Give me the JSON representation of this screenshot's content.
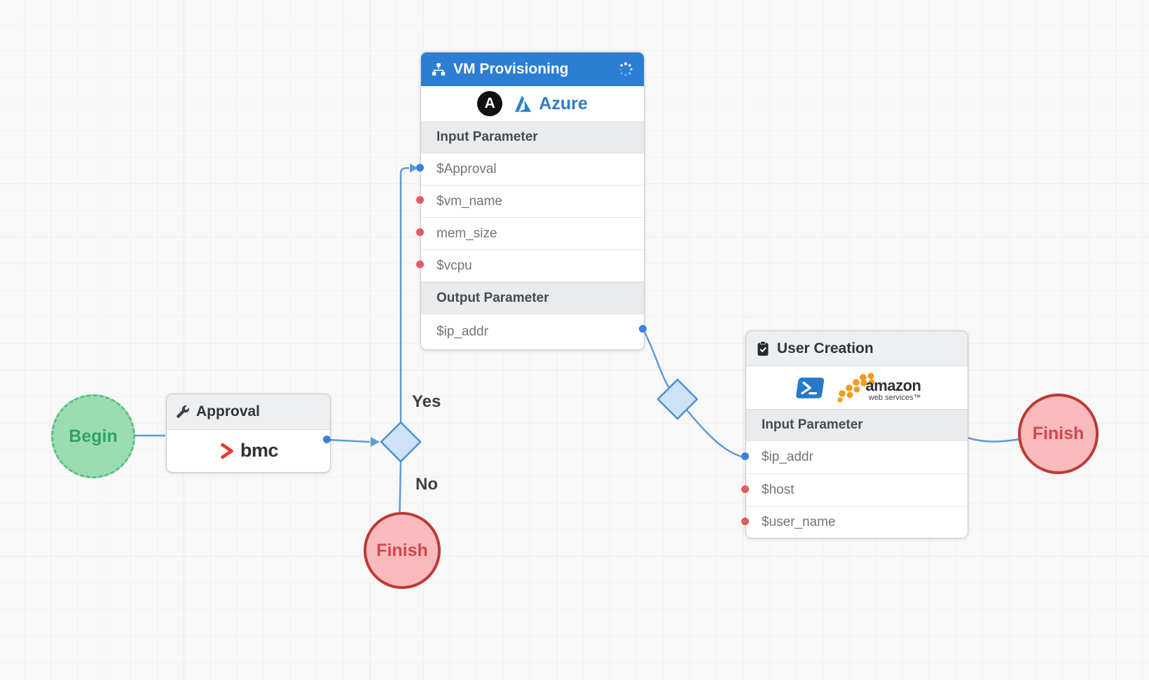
{
  "nodes": {
    "begin": {
      "label": "Begin"
    },
    "approval": {
      "title": "Approval",
      "vendor": "bmc"
    },
    "decision1": {
      "yes_label": "Yes",
      "no_label": "No"
    },
    "finish_bottom": {
      "label": "Finish"
    },
    "vm_provisioning": {
      "title": "VM Provisioning",
      "ansible_letter": "A",
      "azure_text": "Azure",
      "input_section": "Input Parameter",
      "output_section": "Output Parameter",
      "inputs": [
        {
          "name": "$Approval",
          "port": "blue-connected"
        },
        {
          "name": "$vm_name",
          "port": "red"
        },
        {
          "name": "mem_size",
          "port": "red"
        },
        {
          "name": "$vcpu",
          "port": "red"
        }
      ],
      "outputs": [
        {
          "name": "$ip_addr",
          "port": "blue-connected"
        }
      ]
    },
    "user_creation": {
      "title": "User Creation",
      "amazon_text": "amazon",
      "amazon_sub": "web services™",
      "input_section": "Input Parameter",
      "inputs": [
        {
          "name": "$ip_addr",
          "port": "blue-connected"
        },
        {
          "name": "$host",
          "port": "red"
        },
        {
          "name": "$user_name",
          "port": "red"
        }
      ]
    },
    "finish_right": {
      "label": "Finish"
    }
  },
  "colors": {
    "canvas_bg": "#f9f8f8",
    "grid_line": "#ecebeb",
    "connector_blue": "#5b9bd8",
    "diamond_fill": "#cde2f6",
    "diamond_stroke": "#4a8fd3",
    "port_blue": "#3b82d8",
    "port_red": "#e25c60",
    "vm_header_blue": "#2b7ed3",
    "gray_header": "#edeff1",
    "begin_fill": "#99ddb1",
    "begin_border": "#5cbf85",
    "finish_fill": "#f8babd",
    "finish_border": "#bc3a34",
    "bmc_red": "#e23b30",
    "azure_blue": "#2a80d2",
    "powershell_blue": "#2579c8",
    "aws_orange": "#f49a1f"
  }
}
